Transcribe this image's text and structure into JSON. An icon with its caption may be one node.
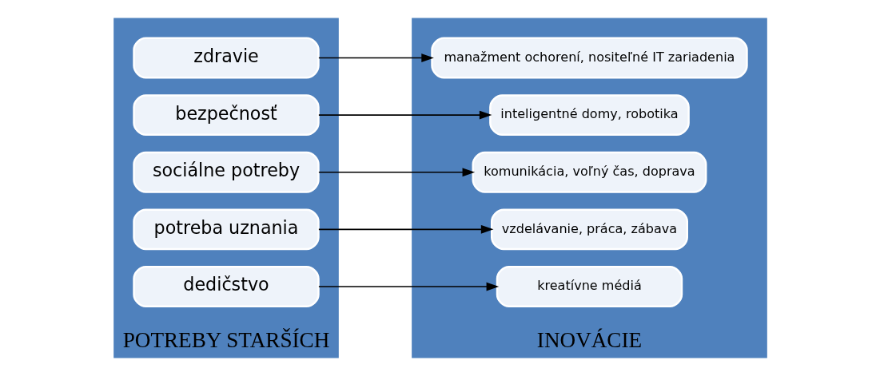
{
  "diagram": {
    "nodes": [
      {
        "text": [
          "POTREBY STARŠÍCH"
        ]
      },
      {
        "text": [
          "dedičstvo"
        ],
        "in": 0
      },
      {
        "text": [
          "potreba uznania"
        ],
        "in": 0
      },
      {
        "text": [
          "sociálne potreby"
        ],
        "in": 0
      },
      {
        "text": [
          "bezpečnosť"
        ],
        "in": 0
      },
      {
        "text": [
          "zdravie"
        ],
        "in": 0
      },
      {
        "text": [
          "INOVÁCIE"
        ]
      },
      {
        "text": [
          "kreatívne médiá"
        ],
        "in": 6
      },
      {
        "text": [
          "vzdelávanie, práca, zábava"
        ],
        "in": 6
      },
      {
        "text": [
          "komunikácia, voľný čas, doprava"
        ],
        "in": 6
      },
      {
        "text": [
          "inteligentné domy, robotika"
        ],
        "in": 6
      },
      {
        "text": [
          "manažment ochorení, nositeľné IT zariadenia"
        ],
        "in": 6
      }
    ],
    "edges": [
      {
        "from": 1,
        "to": 7,
        "arrow": "to"
      },
      {
        "from": 2,
        "to": 8,
        "arrow": "to"
      },
      {
        "from": 3,
        "to": 9,
        "arrow": "to"
      },
      {
        "from": 4,
        "to": 10,
        "arrow": "to"
      },
      {
        "from": 5,
        "to": 11,
        "arrow": "to"
      }
    ]
  }
}
